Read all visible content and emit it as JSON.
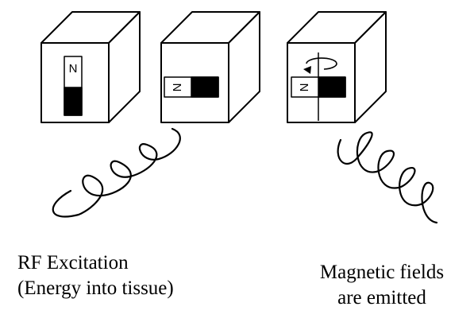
{
  "cubes": [
    {
      "id": "cube-1",
      "orientation": "vertical",
      "label": "N"
    },
    {
      "id": "cube-2",
      "orientation": "horizontal",
      "label": "N"
    },
    {
      "id": "cube-3",
      "orientation": "horizontal-rotating",
      "label": "N"
    }
  ],
  "captions": {
    "left_line1": "RF Excitation",
    "left_line2": "(Energy into tissue)",
    "right_line1": "Magnetic fields",
    "right_line2": "are emitted"
  },
  "colors": {
    "ink": "#000000",
    "background": "#ffffff"
  }
}
